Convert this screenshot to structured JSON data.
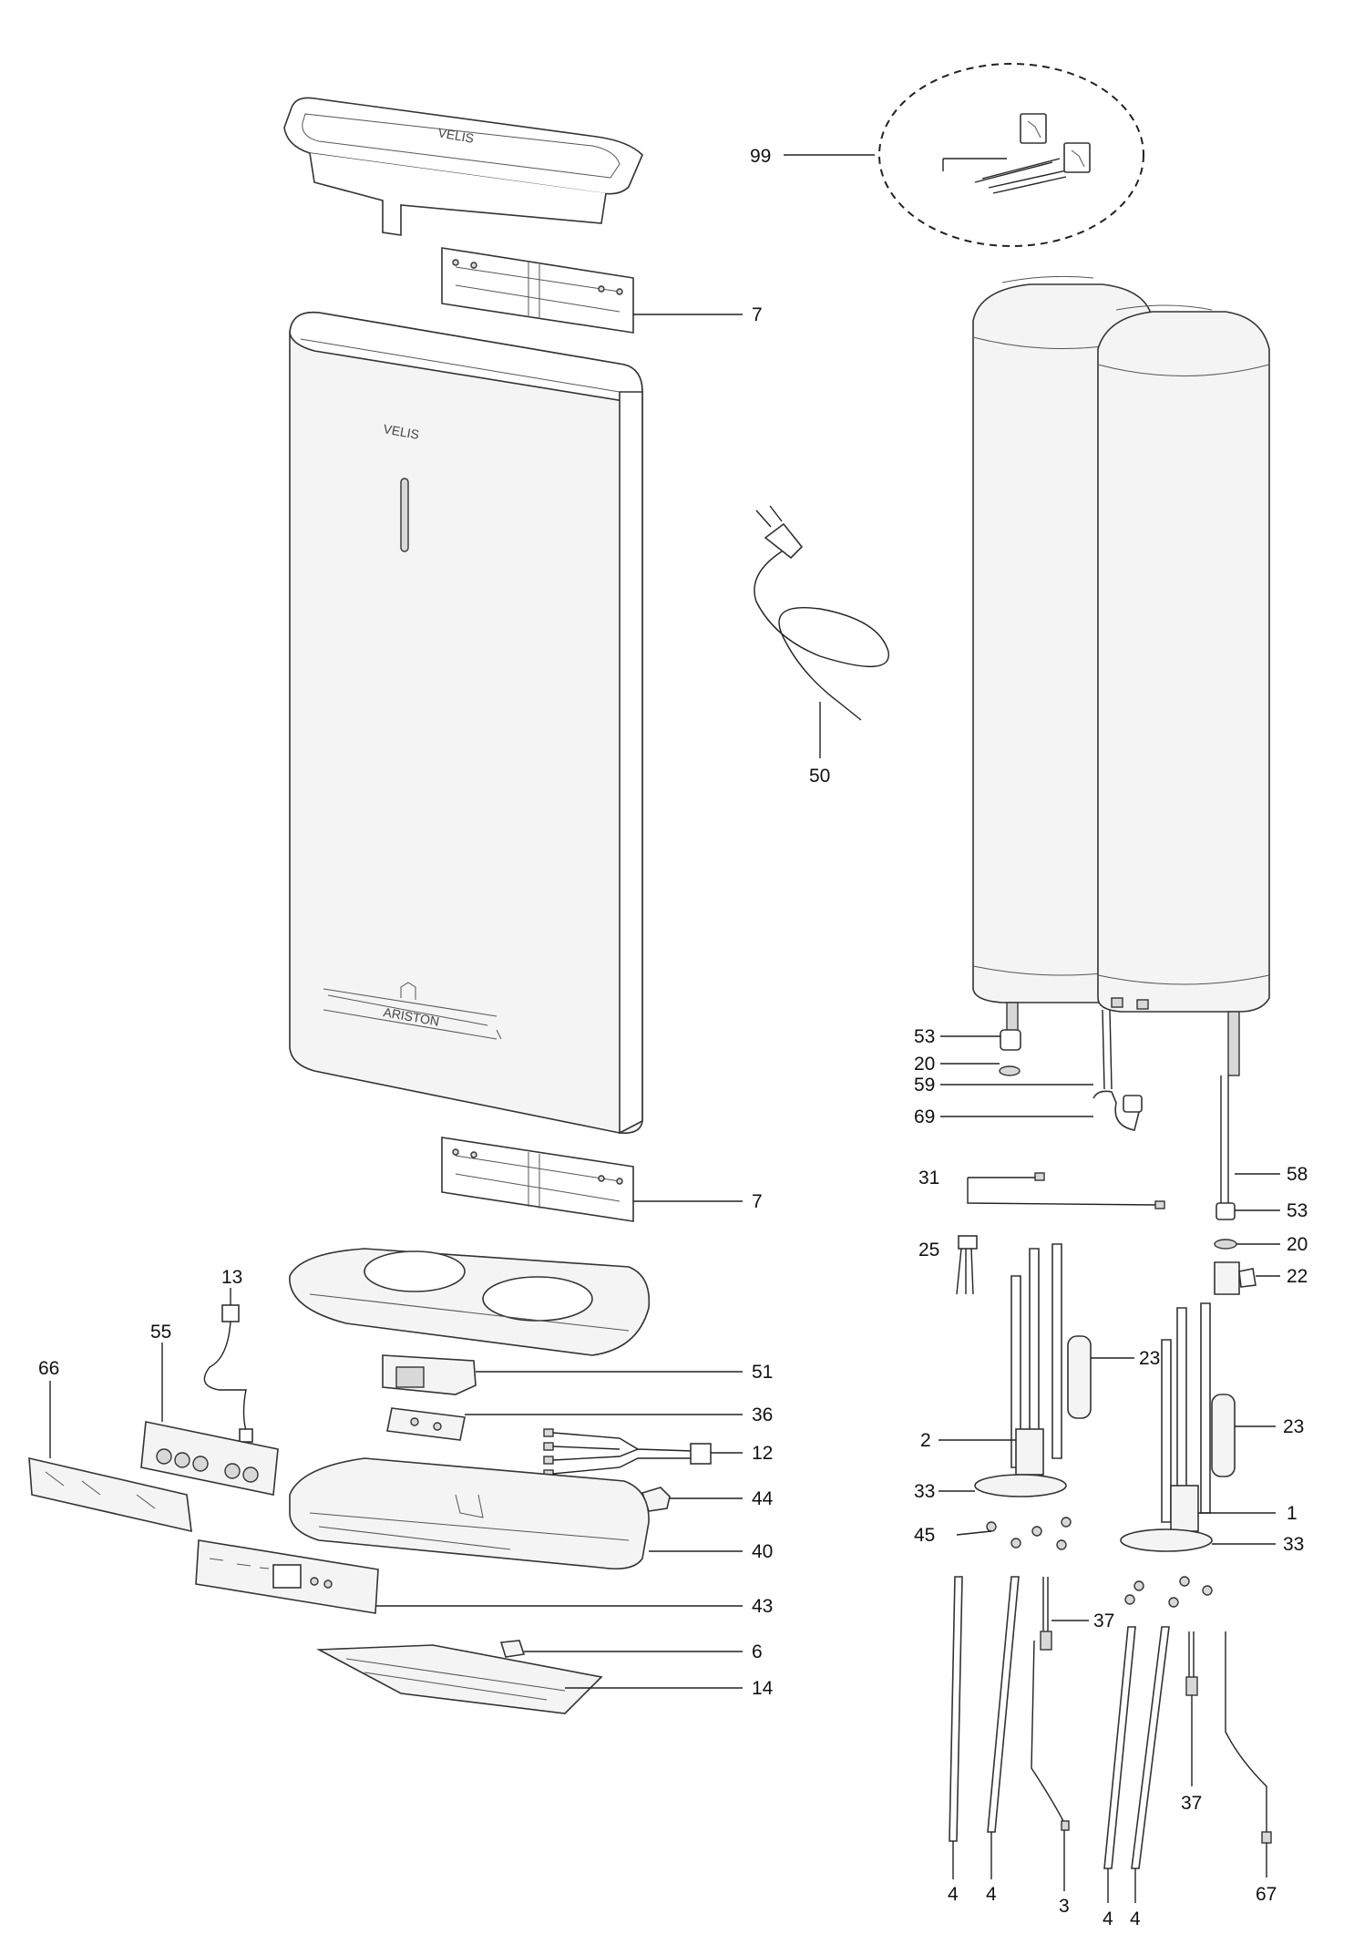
{
  "brand_marks": {
    "model": "VELIS",
    "brand": "ARISTON"
  },
  "callouts": [
    {
      "id": "p99",
      "label": "99"
    },
    {
      "id": "p7a",
      "label": "7"
    },
    {
      "id": "p50",
      "label": "50"
    },
    {
      "id": "p7b",
      "label": "7"
    },
    {
      "id": "p13",
      "label": "13"
    },
    {
      "id": "p55",
      "label": "55"
    },
    {
      "id": "p66",
      "label": "66"
    },
    {
      "id": "p51",
      "label": "51"
    },
    {
      "id": "p36",
      "label": "36"
    },
    {
      "id": "p12",
      "label": "12"
    },
    {
      "id": "p44",
      "label": "44"
    },
    {
      "id": "p40",
      "label": "40"
    },
    {
      "id": "p43",
      "label": "43"
    },
    {
      "id": "p6",
      "label": "6"
    },
    {
      "id": "p14",
      "label": "14"
    },
    {
      "id": "p53a",
      "label": "53"
    },
    {
      "id": "p20a",
      "label": "20"
    },
    {
      "id": "p59",
      "label": "59"
    },
    {
      "id": "p69",
      "label": "69"
    },
    {
      "id": "p31",
      "label": "31"
    },
    {
      "id": "p58",
      "label": "58"
    },
    {
      "id": "p53b",
      "label": "53"
    },
    {
      "id": "p20b",
      "label": "20"
    },
    {
      "id": "p25",
      "label": "25"
    },
    {
      "id": "p22",
      "label": "22"
    },
    {
      "id": "p23a",
      "label": "23"
    },
    {
      "id": "p23b",
      "label": "23"
    },
    {
      "id": "p2",
      "label": "2"
    },
    {
      "id": "p33a",
      "label": "33"
    },
    {
      "id": "p1",
      "label": "1"
    },
    {
      "id": "p45",
      "label": "45"
    },
    {
      "id": "p33b",
      "label": "33"
    },
    {
      "id": "p37a",
      "label": "37"
    },
    {
      "id": "p37b",
      "label": "37"
    },
    {
      "id": "p4a",
      "label": "4"
    },
    {
      "id": "p4b",
      "label": "4"
    },
    {
      "id": "p3",
      "label": "3"
    },
    {
      "id": "p4c",
      "label": "4"
    },
    {
      "id": "p4d",
      "label": "4"
    },
    {
      "id": "p67",
      "label": "67"
    }
  ]
}
